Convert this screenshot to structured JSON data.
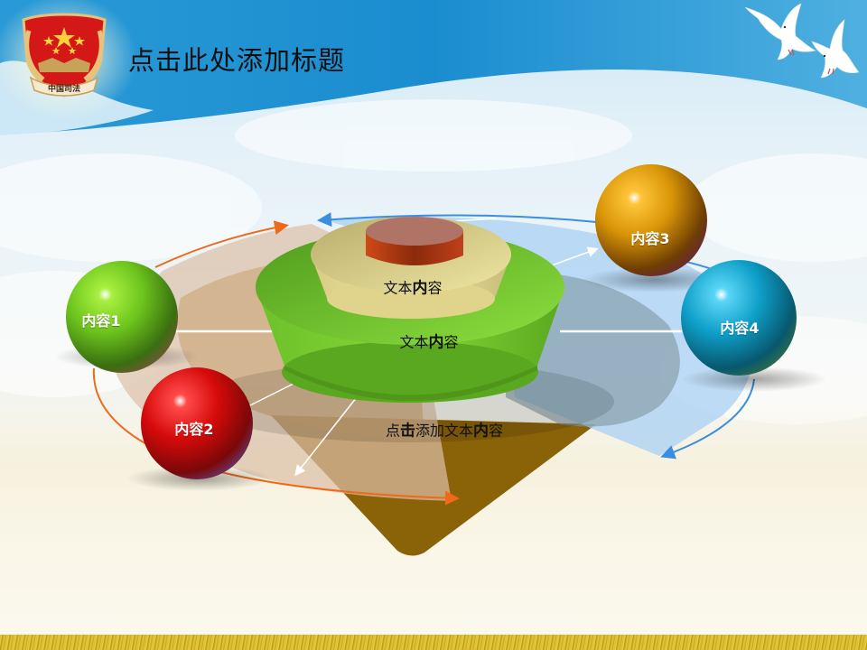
{
  "slide": {
    "title": "点击此处添加标题",
    "emblem_text": "中国司法"
  },
  "diagram": {
    "center_top_label": {
      "pre": "文本",
      "bold": "内",
      "post": "容"
    },
    "center_middle_label": {
      "pre": "文本",
      "bold": "内",
      "post": "容"
    },
    "bottom_label": {
      "pre": "点",
      "bold1": "击",
      "mid": "添加文本",
      "bold2": "内",
      "post": "容"
    },
    "balls": [
      {
        "label": "内容1",
        "color": "#5fbf1a"
      },
      {
        "label": "内容2",
        "color": "#d40c0c"
      },
      {
        "label": "内容3",
        "color": "#d99a07"
      },
      {
        "label": "内容4",
        "color": "#0f9ec7"
      }
    ]
  },
  "colors": {
    "header_blue": "#1b8fd0",
    "orange_arc": "#ee6a1a",
    "blue_arc": "#3a8ee0",
    "green_tier": "#7bcf2a",
    "cream_tier": "#e6dc98",
    "red_cylinder": "#c2401c",
    "brown_base": "#8a6208"
  }
}
